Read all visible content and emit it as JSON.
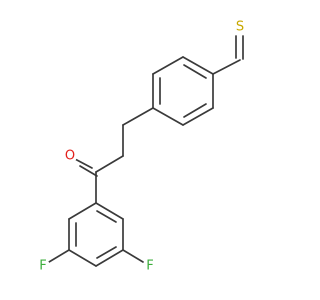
{
  "molecule": {
    "atoms": {
      "sulfur": {
        "symbol": "S",
        "color": "#c8a800"
      },
      "oxygen": {
        "symbol": "O",
        "color": "#e3201b"
      },
      "fluorine_left": {
        "symbol": "F",
        "color": "#3cae3c"
      },
      "fluorine_right": {
        "symbol": "F",
        "color": "#3cae3c"
      }
    },
    "bond_color": "#3a3a3a"
  }
}
